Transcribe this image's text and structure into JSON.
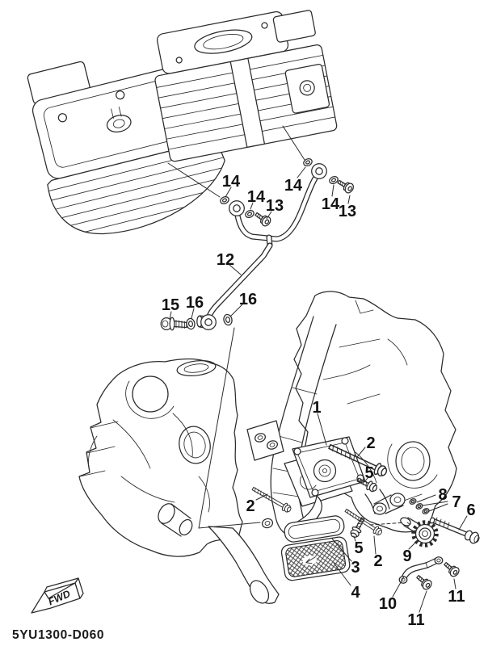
{
  "diagram": {
    "code": "5YU1300-D060",
    "fwd_label": "FWD",
    "background": "#ffffff",
    "line_color": "#2b2b2b",
    "text_color": "#121212"
  },
  "callouts": {
    "n1": "1",
    "n2": "2",
    "n3": "3",
    "n4": "4",
    "n5": "5",
    "n6": "6",
    "n7": "7",
    "n8": "8",
    "n9": "9",
    "n10": "10",
    "n11": "11",
    "n12": "12",
    "n13": "13",
    "n14": "14",
    "n15": "15",
    "n16": "16"
  }
}
